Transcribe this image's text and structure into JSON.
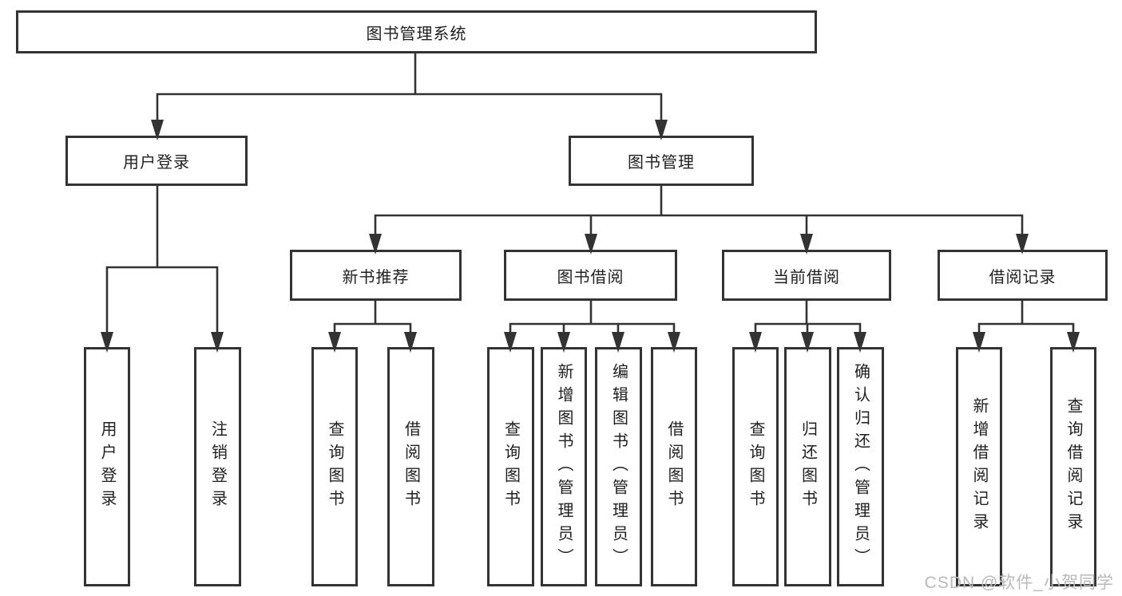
{
  "colors": {
    "line": "#333333",
    "box_border": "#333333",
    "box_bg": "#ffffff",
    "text": "#1f1f1f",
    "watermark": "#b9b9b9",
    "page_bg": "#ffffff"
  },
  "diagram": {
    "root": {
      "label": "图书管理系统"
    },
    "level2": [
      {
        "label": "用户登录"
      },
      {
        "label": "图书管理"
      }
    ],
    "level3": [
      {
        "label": "新书推荐"
      },
      {
        "label": "图书借阅"
      },
      {
        "label": "当前借阅"
      },
      {
        "label": "借阅记录"
      }
    ],
    "leaves": [
      {
        "label": "用户登录"
      },
      {
        "label": "注销登录"
      },
      {
        "label": "查询图书"
      },
      {
        "label": "借阅图书"
      },
      {
        "label": "查询图书"
      },
      {
        "label": "新增图书（管理员）"
      },
      {
        "label": "编辑图书（管理员）"
      },
      {
        "label": "借阅图书"
      },
      {
        "label": "查询图书"
      },
      {
        "label": "归还图书"
      },
      {
        "label": "确认归还（管理员）"
      },
      {
        "label": "新增借阅记录"
      },
      {
        "label": "查询借阅记录"
      }
    ]
  },
  "watermark": {
    "text": "CSDN @软件_小贺同学"
  }
}
